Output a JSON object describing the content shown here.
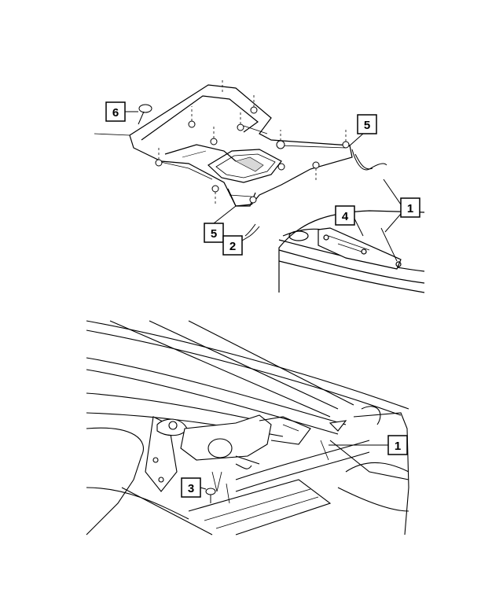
{
  "callouts": {
    "c1_top": "1",
    "c2": "2",
    "c4": "4",
    "c5_left": "5",
    "c5_right": "5",
    "c6": "6",
    "c1_bottom": "1",
    "c3": "3"
  },
  "colors": {
    "line": "#000000",
    "fill": "#ffffff",
    "shade": "#d8d8d8"
  }
}
